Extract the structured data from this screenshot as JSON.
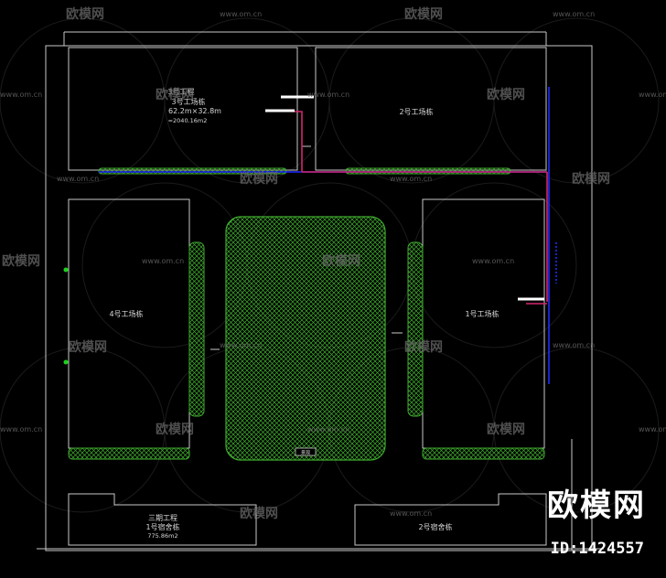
{
  "buildings": {
    "b3_title": "3号工程",
    "b3_name": "3号工场栋",
    "b3_dims": "62.2m×32.8m",
    "b3_area": "=2040.16m2",
    "b2_name": "2号工场栋",
    "b4_name": "4号工场栋",
    "b1_name": "1号工场栋",
    "dorm1_phase": "三期工程",
    "dorm1_name": "1号宿舍栋",
    "dorm1_area": "775.86m2",
    "dorm2_name": "2号宿舍栋",
    "center_label": "景观"
  },
  "watermark": {
    "text": "欧模网",
    "url": "www.om.cn"
  },
  "branding": {
    "site": "欧模网",
    "id": "ID:1424557"
  },
  "colors": {
    "background": "#000000",
    "lines": "#c8c8c8",
    "hatch": "#3fae2e",
    "pipe_red": "#d2256e",
    "pipe_blue": "#1f2cff",
    "marker_green": "#1bd11b"
  }
}
